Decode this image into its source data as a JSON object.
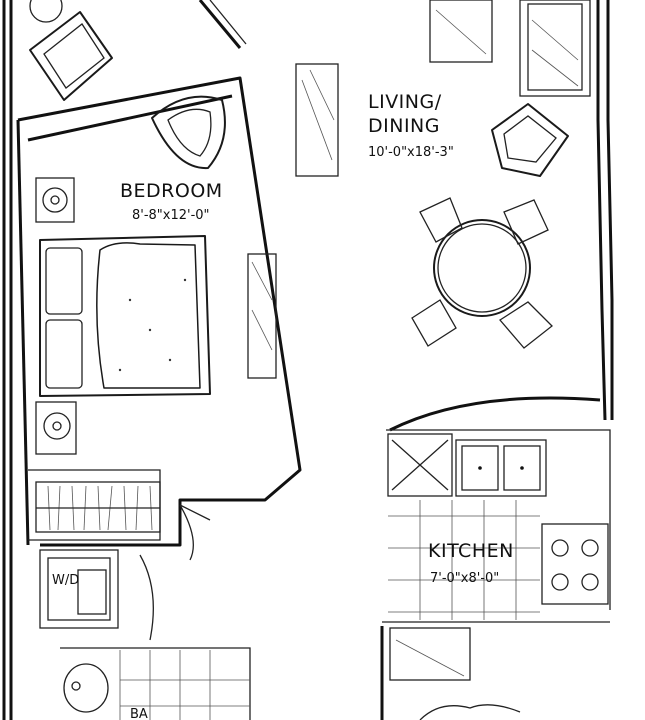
{
  "rooms": {
    "living": {
      "name_line1": "LIVING/",
      "name_line2": "DINING",
      "dims": "10'-0\"x18'-3\""
    },
    "bedroom": {
      "name": "BEDROOM",
      "dims": "8'-8\"x12'-0\""
    },
    "kitchen": {
      "name": "KITCHEN",
      "dims": "7'-0\"x8'-0\""
    },
    "washer_dryer": {
      "label": "W/D"
    },
    "bath": {
      "label": "BA"
    }
  }
}
